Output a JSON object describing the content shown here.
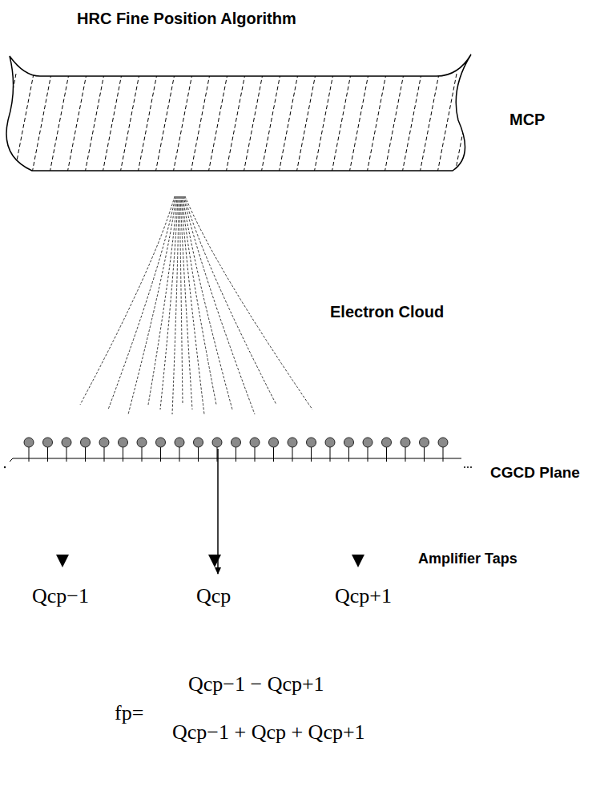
{
  "diagram": {
    "title": "HRC Fine Position Algorithm",
    "labels": [
      "MCP",
      "Electron Cloud",
      "CGCD Plane",
      "Amplifier Taps",
      "Qcp−1",
      "Qcp",
      "Qcp+1",
      "fp=",
      "Qcp−1 − Qcp+1",
      "Qcp−1 + Qcp + Qcp+1"
    ]
  }
}
